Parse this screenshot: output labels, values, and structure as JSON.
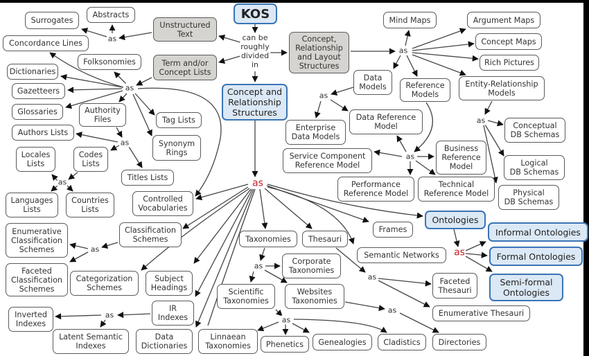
{
  "title": "KOS",
  "colors": {
    "grey_node": "#d6d4d0",
    "blue_node": "#dbe8f5",
    "blue_border": "#3a74b4",
    "red_label": "#c0202a"
  },
  "nodes": {
    "kos": "KOS",
    "unstructured_text": "Unstructured\nText",
    "term_concept_lists": "Term and/or\nConcept Lists",
    "concept_relationship_layout": "Concept,\nRelationship\nand Layout\nStructures",
    "concept_relationship_structures": "Concept and\nRelationship\nStructures",
    "surrogates": "Surrogates",
    "abstracts": "Abstracts",
    "concordance_lines": "Concordance Lines",
    "folksonomies": "Folksonomies",
    "dictionaries": "Dictionaries",
    "gazetteers": "Gazetteers",
    "glossaries": "Glossaries",
    "authority_files": "Authority\nFiles",
    "tag_lists": "Tag Lists",
    "synonym_rings": "Synonym\nRings",
    "authors_lists": "Authors Lists",
    "locales_lists": "Locales\nLists",
    "codes_lists": "Codes\nLists",
    "titles_lists": "Titles Lists",
    "languages_lists": "Languages\nLists",
    "countries_lists": "Countries\nLists",
    "controlled_vocabularies": "Controlled\nVocabularies",
    "mind_maps": "Mind Maps",
    "argument_maps": "Argument Maps",
    "concept_maps": "Concept Maps",
    "rich_pictures": "Rich Pictures",
    "data_models": "Data\nModels",
    "reference_models": "Reference\nModels",
    "er_models": "Entity-Relationship\nModels",
    "enterprise_data_models": "Enterprise\nData Models",
    "data_reference_model": "Data Reference\nModel",
    "conceptual_db": "Conceptual\nDB Schemas",
    "service_component_rm": "Service Component\nReference Model",
    "business_rm": "Business\nReference\nModel",
    "logical_db": "Logical\nDB Schemas",
    "performance_rm": "Performance\nReference Model",
    "technical_rm": "Technical\nReference Model",
    "physical_db": "Physical\nDB Schemas",
    "ontologies": "Ontologies",
    "informal_ontologies": "Informal Ontologies",
    "formal_ontologies": "Formal Ontologies",
    "semiformal_ontologies": "Semi-formal\nOntologies",
    "enumerative_cs": "Enumerative\nClassification\nSchemes",
    "classification_schemes": "Classification\nSchemes",
    "taxonomies": "Taxonomies",
    "thesauri": "Thesauri",
    "frames": "Frames",
    "semantic_networks": "Semantic Networks",
    "faceted_cs": "Faceted\nClassification\nSchemes",
    "categorization_schemes": "Categorization\nSchemes",
    "subject_headings": "Subject\nHeadings",
    "corporate_taxonomies": "Corporate\nTaxonomies",
    "faceted_thesauri": "Faceted\nThesauri",
    "scientific_taxonomies": "Scientific\nTaxonomies",
    "websites_taxonomies": "Websites\nTaxonomies",
    "ir_indexes": "IR\nIndexes",
    "enumerative_thesauri": "Enumerative Thesauri",
    "inverted_indexes": "Inverted\nIndexes",
    "latent_semantic_indexes": "Latent Semantic\nIndexes",
    "data_dictionaries": "Data\nDictionaries",
    "linnaean_taxonomies": "Linnaean\nTaxonomies",
    "phenetics": "Phenetics",
    "genealogies": "Genealogies",
    "cladistics": "Cladistics",
    "directories": "Directories"
  },
  "labels": {
    "divided": "can be\nroughly\ndivided\nin",
    "as": "as"
  }
}
